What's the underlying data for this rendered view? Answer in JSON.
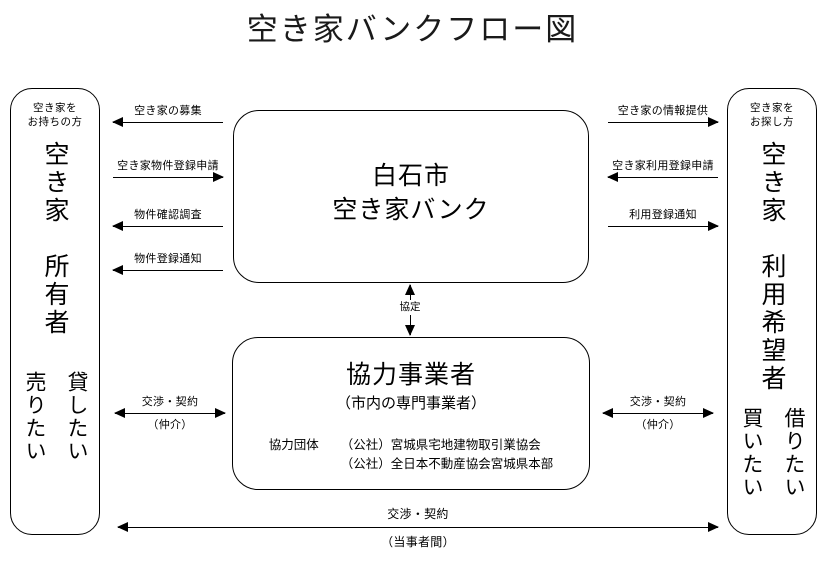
{
  "title": "空き家バンクフロー図",
  "left_party": {
    "head_line1": "空き家を",
    "head_line2": "お持ちの方",
    "main_vertical": "空き家　所有者",
    "wish_right": "貸したい",
    "wish_left": "売りたい"
  },
  "right_party": {
    "head_line1": "空き家を",
    "head_line2": "お探し方",
    "main_vertical": "空き家　利用希望者",
    "wish_right": "借りたい",
    "wish_left": "買いたい"
  },
  "bank_box": {
    "line1": "白石市",
    "line2": "空き家バンク"
  },
  "partner_box": {
    "title": "協力事業者",
    "subtitle": "（市内の専門事業者）",
    "group_label": "協力団体",
    "groups": [
      "（公社）宮城県宅地建物取引業協会",
      "（公社）全日本不動産協会宮城県本部"
    ]
  },
  "left_arrows": [
    {
      "label": "空き家の募集",
      "direction": "left"
    },
    {
      "label": "空き家物件登録申請",
      "direction": "right"
    },
    {
      "label": "物件確認調査",
      "direction": "left"
    },
    {
      "label": "物件登録通知",
      "direction": "left"
    }
  ],
  "right_arrows": [
    {
      "label": "空き家の情報提供",
      "direction": "right"
    },
    {
      "label": "空き家利用登録申請",
      "direction": "left"
    },
    {
      "label": "利用登録通知",
      "direction": "right"
    }
  ],
  "agreement_arrow": {
    "label": "協定"
  },
  "left_negotiation": {
    "label_above": "交渉・契約",
    "label_below": "（仲介）"
  },
  "right_negotiation": {
    "label_above": "交渉・契約",
    "label_below": "（仲介）"
  },
  "bottom_negotiation": {
    "label_above": "交渉・契約",
    "label_below": "（当事者間）"
  },
  "colors": {
    "line": "#000000",
    "background": "#ffffff",
    "text": "#000000"
  }
}
